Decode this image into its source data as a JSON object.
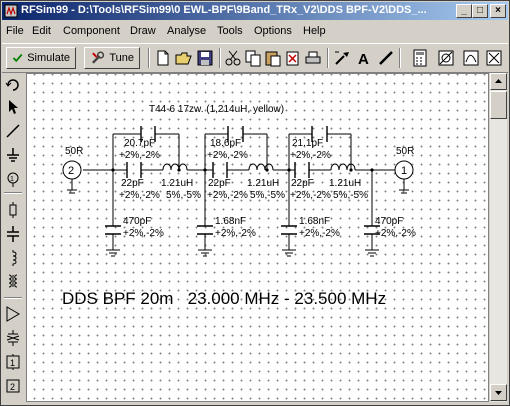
{
  "window": {
    "title": "RFSim99 - D:\\Tools\\RFSim99\\0 EWL-BPF\\9Band_TRx_V2\\DDS BPF-V2\\DDS_...",
    "min_glyph": "_",
    "max_glyph": "□",
    "close_glyph": "×"
  },
  "menu": [
    "File",
    "Edit",
    "Component",
    "Draw",
    "Analyse",
    "Tools",
    "Options",
    "Help"
  ],
  "toolbar": {
    "simulate_label": "Simulate",
    "tune_label": "Tune"
  },
  "schematic": {
    "inductor_note": "T44-6 17zw. (1,214uH, yellow)",
    "port_in": {
      "number": "2",
      "impedance": "50R"
    },
    "port_out": {
      "number": "1",
      "impedance": "50R"
    },
    "parallel_caps": [
      {
        "value": "20.7pF",
        "tol": "+2%,-2%"
      },
      {
        "value": "18.6pF",
        "tol": "+2%,-2%"
      },
      {
        "value": "21.1pF",
        "tol": "+2%,-2%"
      }
    ],
    "series_caps": [
      {
        "value": "22pF",
        "tol": "+2%,-2%"
      },
      {
        "value": "22pF",
        "tol": "+2%,-2%"
      },
      {
        "value": "22pF",
        "tol": "+2%,-2%"
      }
    ],
    "inductors": [
      {
        "value": "1.21uH",
        "tol": "5%,-5%"
      },
      {
        "value": "1.21uH",
        "tol": "5%,-5%"
      },
      {
        "value": "1.21uH",
        "tol": "5%,-5%"
      }
    ],
    "shunt_caps": [
      {
        "value": "470pF",
        "tol": "+2%,-2%"
      },
      {
        "value": "1.68nF",
        "tol": "+2%,-2%"
      },
      {
        "value": "1.68nF",
        "tol": "+2%,-2%"
      },
      {
        "value": "470pF",
        "tol": "+2%,-2%"
      }
    ],
    "caption": "DDS BPF 20m   23.000 MHz - 23.500 MHz"
  }
}
